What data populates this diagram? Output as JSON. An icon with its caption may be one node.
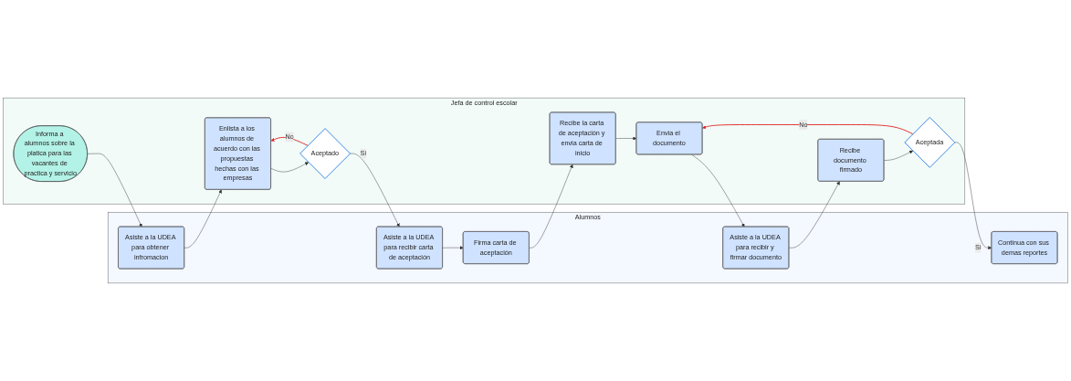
{
  "diagram": {
    "nodes": [
      {
        "text": [
          "Alumnos"
        ]
      },
      {
        "text": [
          "Asiste a la UDEA para obtener infromacion"
        ],
        "in": 0
      },
      {
        "text": [
          "Asiste a la UDEA para recibir carta de aceptación"
        ],
        "in": 0
      },
      {
        "text": [
          "Firma carta de aceptación"
        ],
        "in": 0
      },
      {
        "text": [
          "Asiste a la UDEA para recibir y firmar documento"
        ],
        "in": 0
      },
      {
        "text": [
          "Continua con sus demas reportes"
        ],
        "in": 0
      },
      {
        "text": [
          "Jefa de control escolar"
        ]
      },
      {
        "text": [
          "Informa a alumnos sobre la platica para las vacantes de practica y servicio"
        ],
        "in": 6
      },
      {
        "text": [
          "Enlista a los alumnos de acuerdo con las propuestas hechas con las empresas"
        ],
        "in": 6
      },
      {
        "text": [
          "Aceptado"
        ],
        "in": 6
      },
      {
        "text": [
          "Recibe la carta de aceptación y envia carta de inicio"
        ],
        "in": 6
      },
      {
        "text": [
          "Envia el documento"
        ],
        "in": 6
      },
      {
        "text": [
          "Recibe documento firmado"
        ],
        "in": 6
      },
      {
        "text": [
          "Aceptada"
        ],
        "in": 6
      }
    ],
    "edges": [
      {
        "from": 7,
        "to": 1,
        "arrow": "to"
      },
      {
        "from": 1,
        "to": 8,
        "arrow": "to"
      },
      {
        "from": 8,
        "to": 9,
        "arrow": "to"
      },
      {
        "from": 9,
        "to": 2,
        "arrow": "to",
        "label": "Si"
      },
      {
        "from": 9,
        "to": 8,
        "arrow": "to",
        "label": "No",
        "color": "#e02020"
      },
      {
        "from": 2,
        "to": 3,
        "arrow": "to"
      },
      {
        "from": 3,
        "to": 10,
        "arrow": "to"
      },
      {
        "from": 10,
        "to": 11,
        "arrow": "to"
      },
      {
        "from": 11,
        "to": 4,
        "arrow": "to"
      },
      {
        "from": 4,
        "to": 12,
        "arrow": "to"
      },
      {
        "from": 12,
        "to": 13,
        "arrow": "to"
      },
      {
        "from": 13,
        "to": 5,
        "arrow": "to",
        "label": "Si"
      },
      {
        "from": 13,
        "to": 11,
        "arrow": "to",
        "label": "No",
        "color": "#e02020"
      }
    ]
  }
}
